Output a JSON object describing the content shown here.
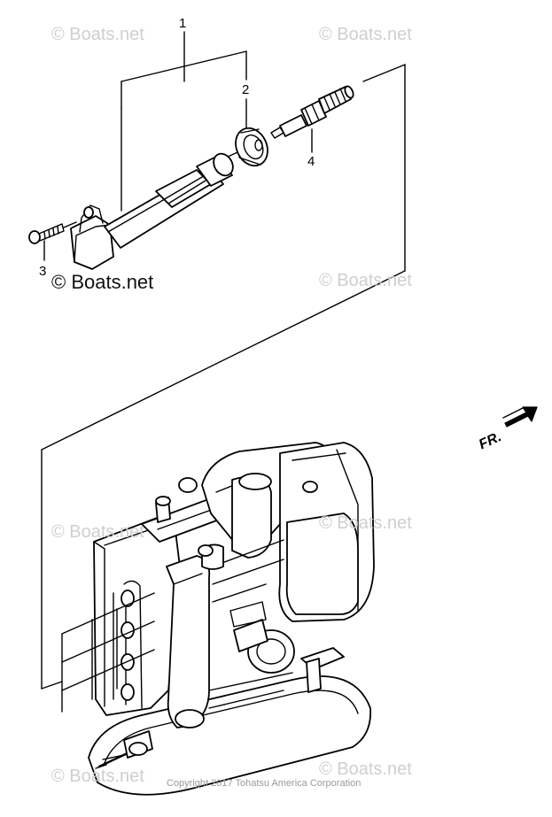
{
  "callouts": {
    "item1": "1",
    "item2": "2",
    "item3": "3",
    "item4": "4"
  },
  "watermark": {
    "text": "© Boats.net",
    "color": "#cfcfcf"
  },
  "copyright": "Copyright 2017 Tohatsu America Corporation",
  "direction_label": "FR.",
  "icons": [
    "front-direction-arrow-icon"
  ]
}
